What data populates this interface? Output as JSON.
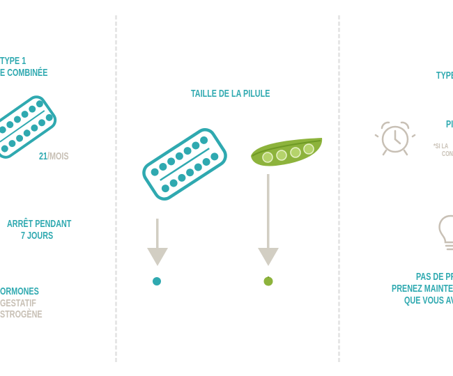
{
  "colors": {
    "teal": "#2fa9b0",
    "green": "#8db33c",
    "arrow": "#d2cec3",
    "grey": "#c8c0b5",
    "divider": "#e6e6e6"
  },
  "left": {
    "type_line1": "TYPE 1",
    "type_line2": "E COMBINÉE",
    "count_value": "21",
    "count_unit": "/MOIS",
    "stop_line1": "ARRÊT PENDANT",
    "stop_line2": "7 JOURS",
    "hormones_line1": "ORMONES",
    "hormones_line2": "GESTATIF",
    "hormones_line3": "STROGÈNE"
  },
  "middle": {
    "title": "TAILLE DE LA PILULE"
  },
  "right": {
    "type_partial": "TYPE",
    "p_partial": "PI",
    "note_line1": "*SI LA",
    "note_line2": "CON",
    "tip_line1": "PAS DE PR",
    "tip_line2": "PRENEZ MAINTEN",
    "tip_line3": "QUE VOUS AV"
  },
  "icons": [
    "pill-pack-icon",
    "pea-pod-icon",
    "alarm-clock-icon",
    "light-bulb-icon",
    "arrow-down-icon"
  ]
}
